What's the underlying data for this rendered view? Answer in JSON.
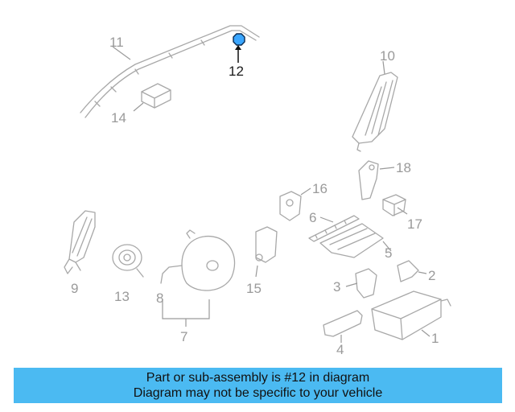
{
  "diagram": {
    "highlighted_part": "12",
    "colors": {
      "banner": "#4bbaf2",
      "highlight": "#3aa6ff",
      "line": "#a8a8a8",
      "label": "#9a9a9a"
    },
    "callouts": [
      "11",
      "12",
      "10",
      "14",
      "18",
      "16",
      "6",
      "17",
      "9",
      "13",
      "8",
      "15",
      "5",
      "2",
      "3",
      "7",
      "4",
      "1"
    ]
  },
  "banner": {
    "line1": "Part or sub-assembly is #12 in diagram",
    "line2": "Diagram may not be specific to your vehicle"
  }
}
